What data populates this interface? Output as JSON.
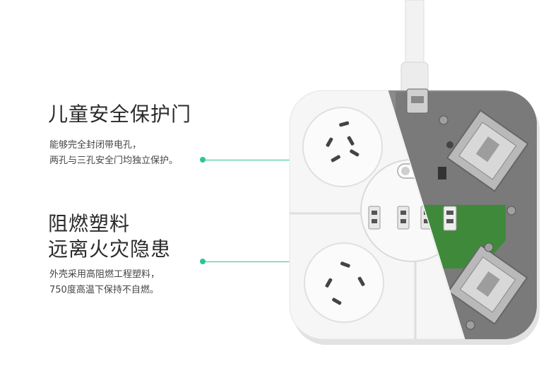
{
  "feature_child_safety": {
    "title": "儿童安全保护门",
    "lines": [
      "能够完全封闭带电孔，",
      "两孔与三孔安全门均独立保护。"
    ]
  },
  "feature_flame_retardant": {
    "title_lines": [
      "阻燃塑料",
      "远离火灾隐患"
    ],
    "lines": [
      "外壳采用高阻燃工程塑料，",
      "750度高温下保持不自燃。"
    ]
  },
  "colors": {
    "accent": "#2cc39a",
    "body_white": "#f4f4f4",
    "cutaway_gray": "#7d7d7d",
    "pcb_green": "#3f8a3a"
  }
}
